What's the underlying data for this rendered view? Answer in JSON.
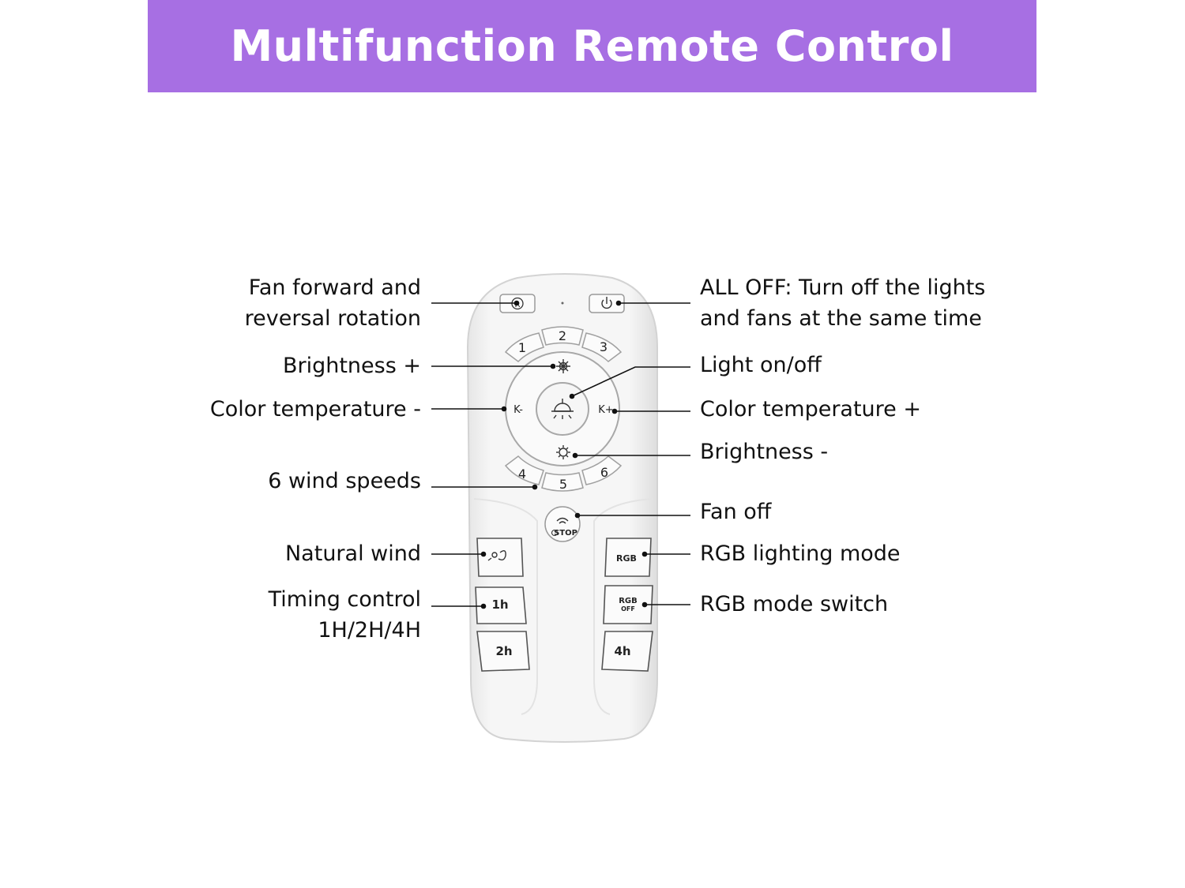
{
  "header": {
    "title": "Multifunction Remote Control",
    "background_color": "#a76fe3",
    "text_color": "#ffffff"
  },
  "labels_left": [
    {
      "key": "rotation",
      "lines": [
        "Fan forward and",
        "reversal rotation"
      ]
    },
    {
      "key": "bright_plus",
      "lines": [
        "Brightness +"
      ]
    },
    {
      "key": "ct_minus",
      "lines": [
        "Color temperature -"
      ]
    },
    {
      "key": "wind_speeds",
      "lines": [
        "6 wind speeds"
      ]
    },
    {
      "key": "natural_wind",
      "lines": [
        "Natural wind"
      ]
    },
    {
      "key": "timing",
      "lines": [
        "Timing control",
        "1H/2H/4H"
      ]
    }
  ],
  "labels_right": [
    {
      "key": "all_off",
      "lines": [
        "ALL OFF: Turn off the lights",
        "and fans at the same time"
      ]
    },
    {
      "key": "light_onoff",
      "lines": [
        "Light on/off"
      ]
    },
    {
      "key": "ct_plus",
      "lines": [
        "Color temperature +"
      ]
    },
    {
      "key": "bright_minus",
      "lines": [
        "Brightness -"
      ]
    },
    {
      "key": "fan_off",
      "lines": [
        "Fan off"
      ]
    },
    {
      "key": "rgb_mode",
      "lines": [
        "RGB lighting mode"
      ]
    },
    {
      "key": "rgb_switch",
      "lines": [
        "RGB mode switch"
      ]
    }
  ],
  "remote": {
    "speed_top": [
      "1",
      "2",
      "3"
    ],
    "speed_bottom": [
      "4",
      "5",
      "6"
    ],
    "k_minus": "K-",
    "k_plus": "K+",
    "stop": "STOP",
    "rgb": "RGB",
    "rgb_off_top": "RGB",
    "rgb_off_bottom": "OFF",
    "timer_1": "1h",
    "timer_2": "2h",
    "timer_4": "4h",
    "rotation_glyph": "R",
    "body_color": "#f4f4f4"
  }
}
